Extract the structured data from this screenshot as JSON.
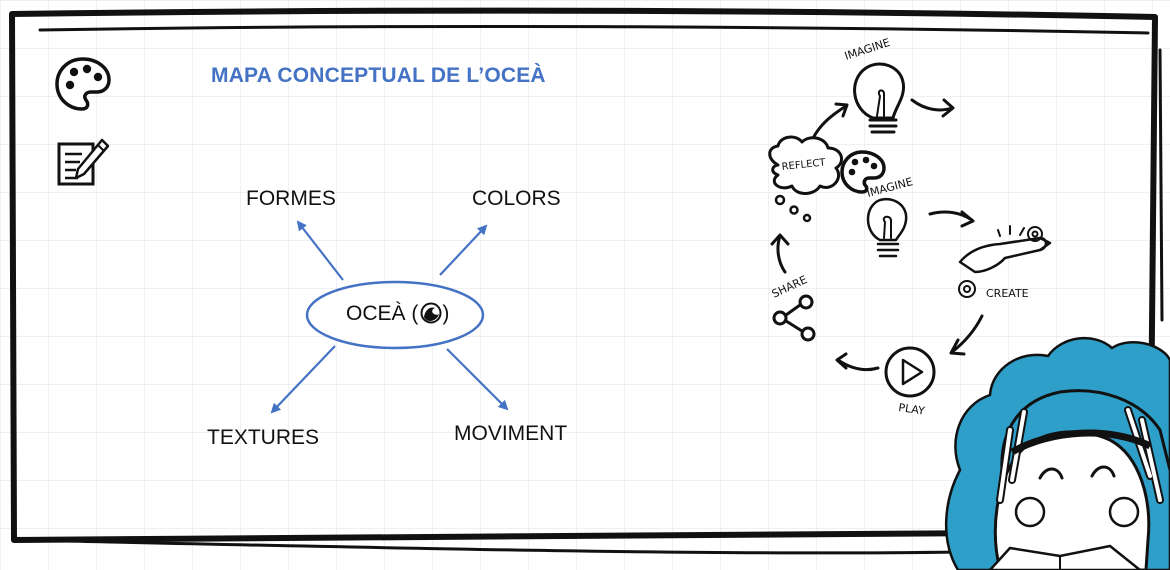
{
  "slide": {
    "title": "MAPA CONCEPTUAL DE L’OCEÀ",
    "icons": [
      "palette-icon",
      "notepad-pencil-icon"
    ]
  },
  "concept_map": {
    "center": "OCEÀ (",
    "center_suffix": ")",
    "center_icon": "wave-emoji-icon",
    "branches": [
      "FORMES",
      "COLORS",
      "TEXTURES",
      "MOVIMENT"
    ]
  },
  "creative_cycle": {
    "steps": [
      "IMAGINE",
      "CREATE",
      "PLAY",
      "SHARE",
      "REFLECT"
    ],
    "inner_step": "IMAGINE"
  },
  "colors": {
    "accent": "#4472c4",
    "text": "#111111",
    "grid": "#dde2e8",
    "avatar_bg": "#2e9fc8"
  }
}
